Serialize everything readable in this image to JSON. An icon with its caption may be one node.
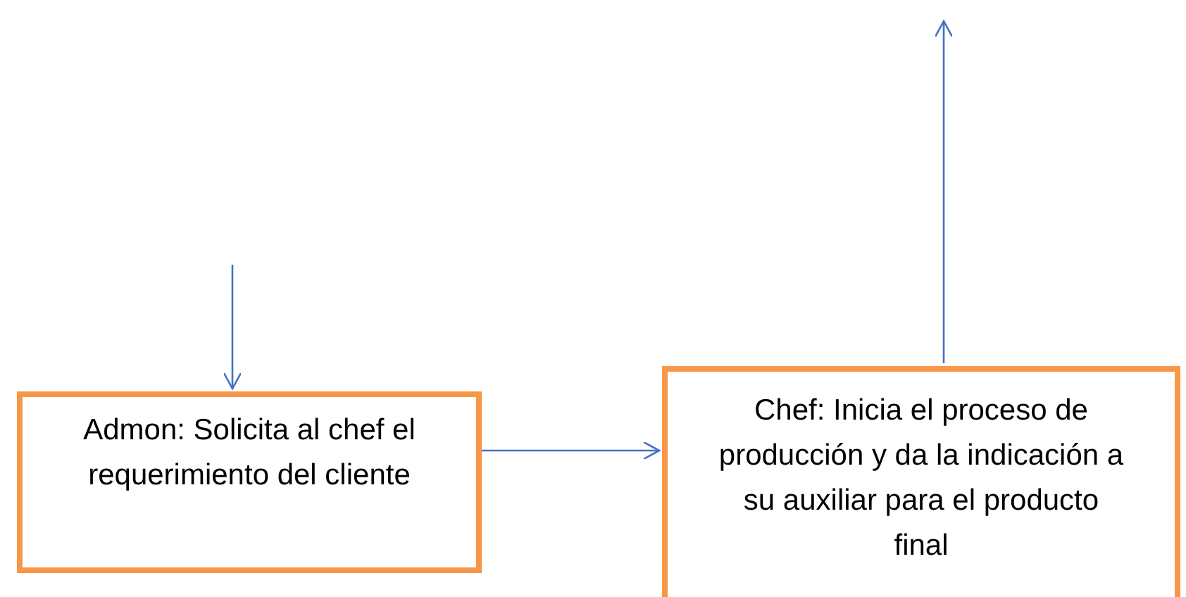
{
  "diagram": {
    "nodes": [
      {
        "text": [
          "Admon: Solicita al chef el requerimiento del cliente"
        ]
      },
      {
        "text": [
          "Chef: Inicia el proceso de producción y da la indicación a su auxiliar para el producto final"
        ]
      }
    ],
    "edges": [
      {
        "from": 0,
        "to": 1,
        "arrow": "to"
      },
      {
        "from": null,
        "to": 0,
        "arrow": "to"
      },
      {
        "from": 1,
        "to": null,
        "arrow": "to"
      }
    ]
  }
}
